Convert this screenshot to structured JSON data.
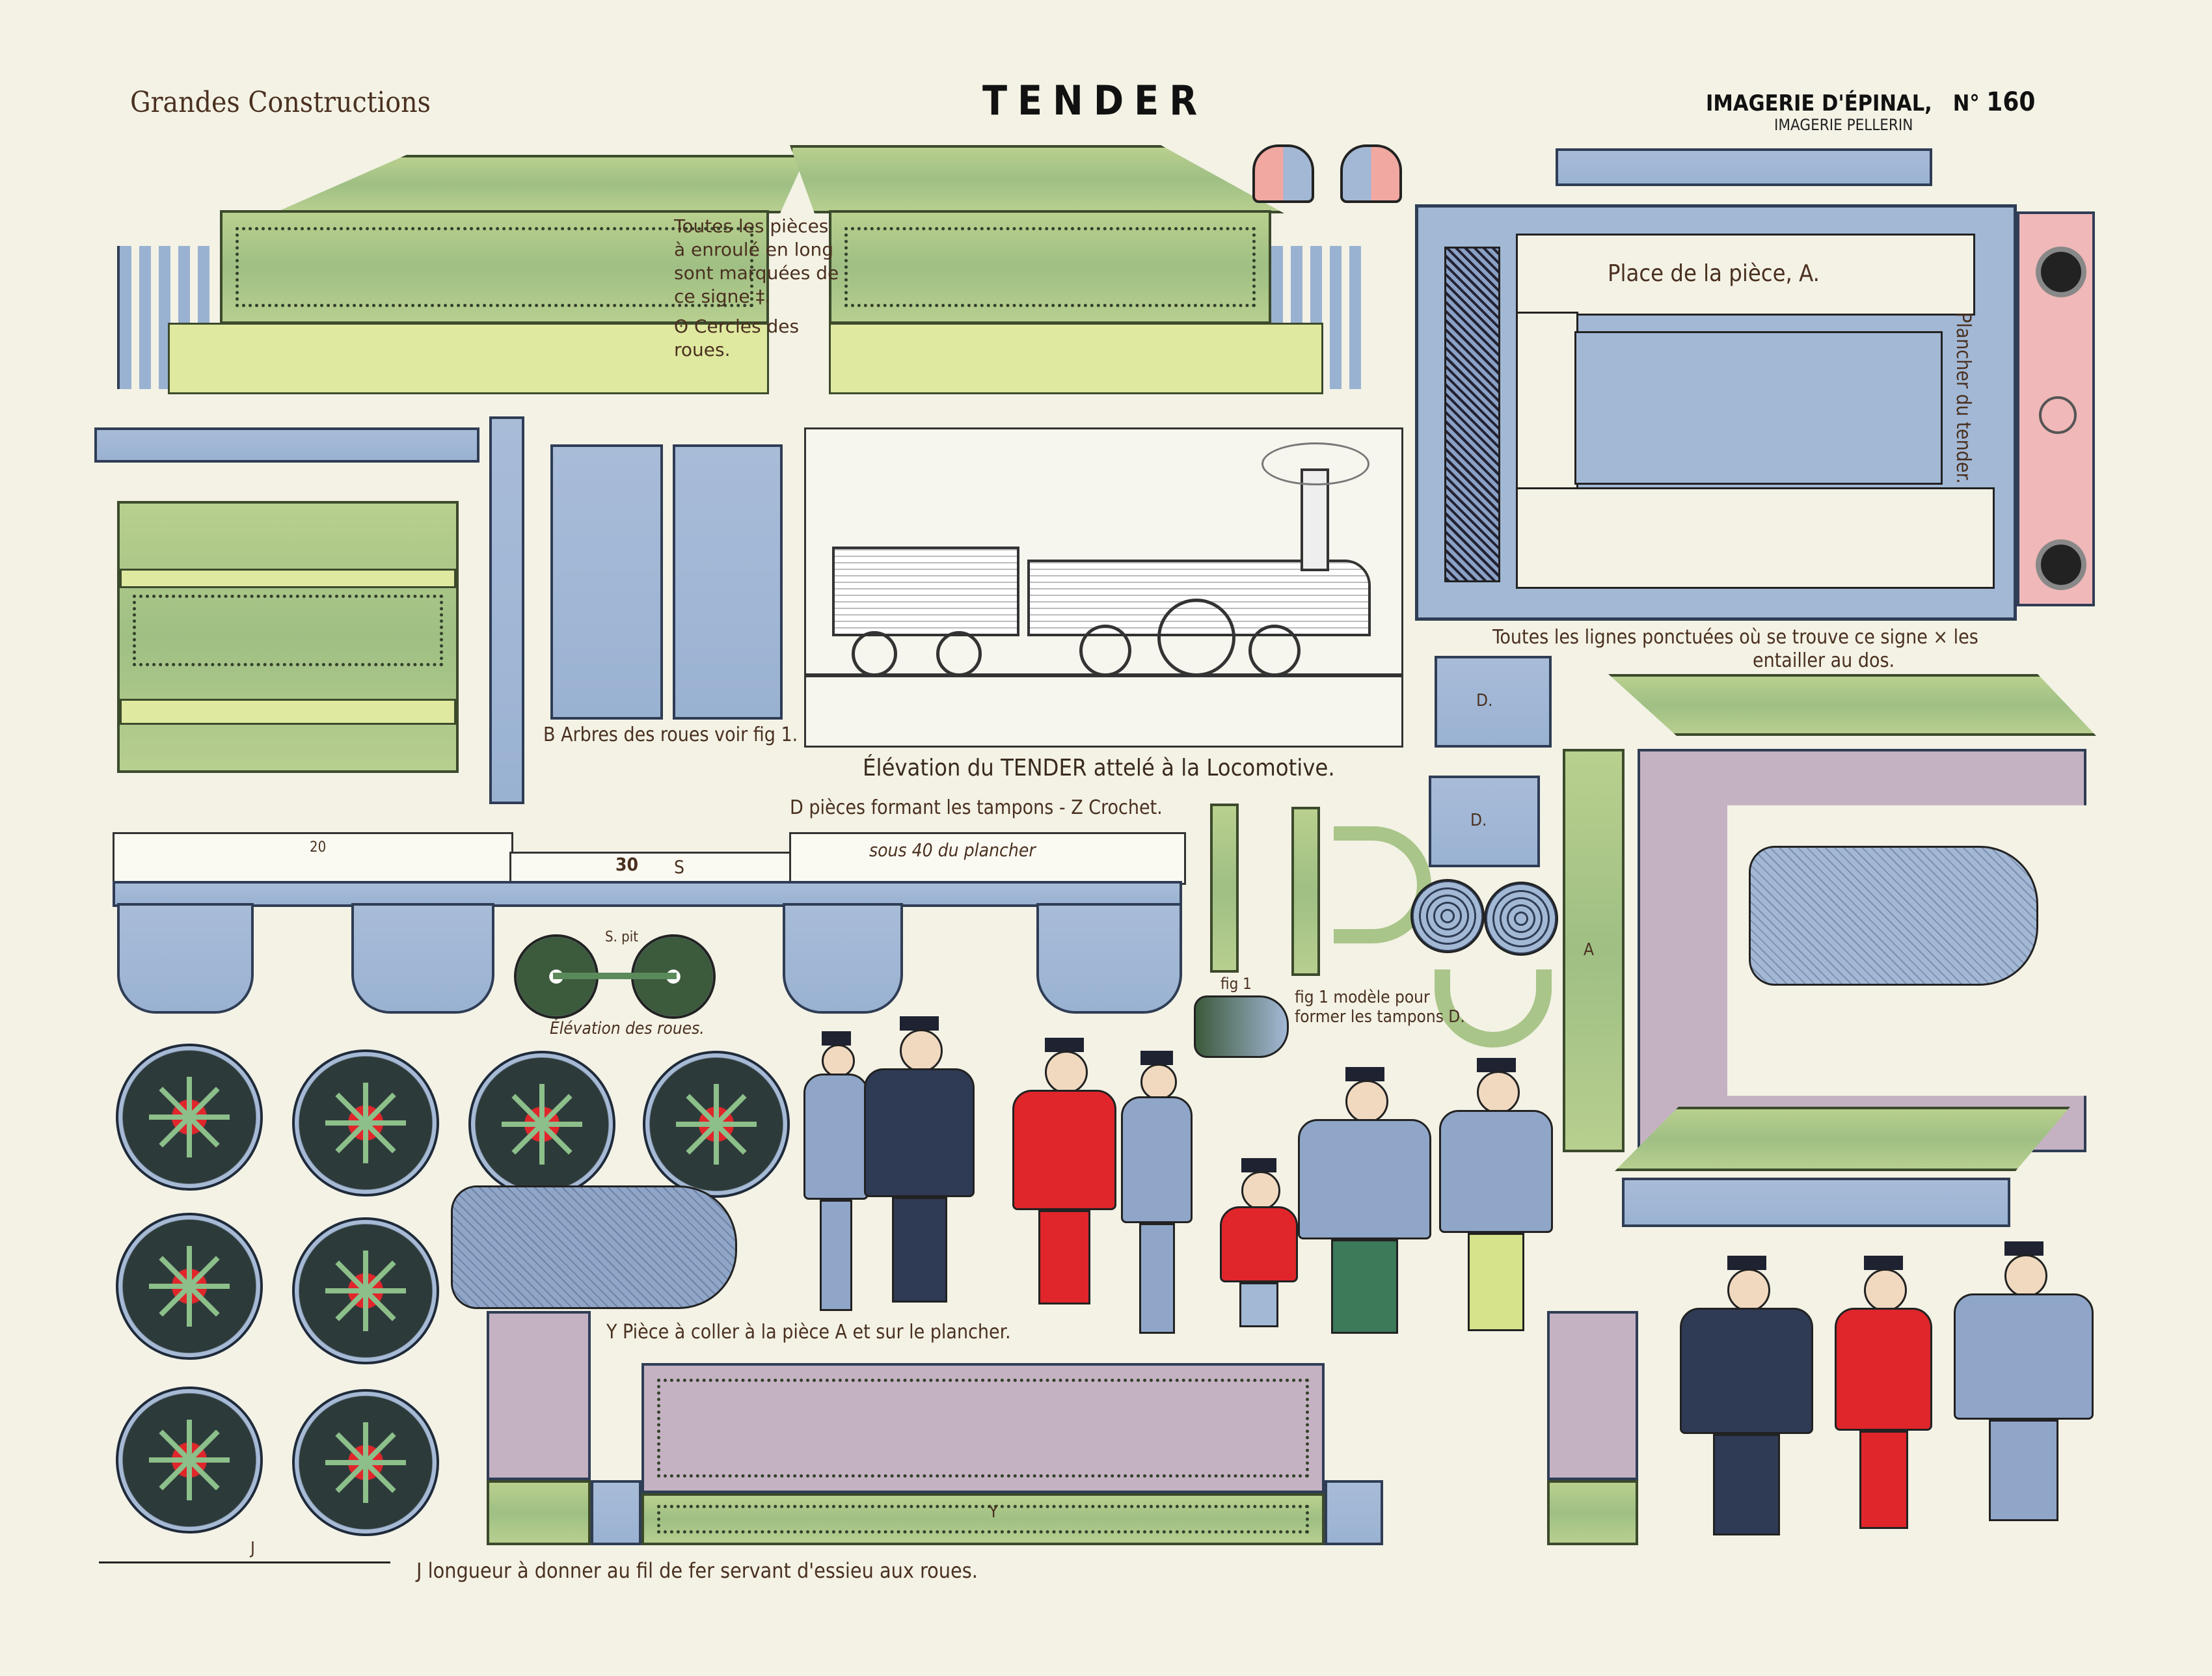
{
  "header": {
    "series": "Grandes Constructions",
    "title": "TENDER",
    "publisher": "IMAGERIE D'ÉPINAL,",
    "number_label": "N°",
    "number": "160",
    "printer": "IMAGERIE PELLERIN"
  },
  "notes": {
    "marked_pieces": [
      "Toutes les pièces",
      "à enroulé en long",
      "sont marquées de",
      "ce signe ‡."
    ],
    "circles": [
      "ʘ Cercles des",
      "roues."
    ],
    "place_piece": "Place de la pièce, A.",
    "plancher": "Plancher du tender.",
    "dotted_lines": [
      "Toutes les lignes ponctuées où se trouve ce signe × les",
      "entailler au dos."
    ],
    "axles": "B Arbres des roues voir fig 1.",
    "elevation": "Élévation du TENDER attelé à la Locomotive.",
    "tampons": "D pièces formant les tampons - Z Crochet.",
    "sous": "sous  40  du plancher",
    "elev_roues": "Élévation des roues.",
    "fig1": "fig 1",
    "fig1_model": [
      "fig 1 modèle pour",
      "former les tampons D."
    ],
    "piece_y": "Y Pièce à coller à la pièce A et sur le plancher.",
    "j_note": "J longueur à donner au fil de fer servant d'essieu aux roues."
  },
  "labels": {
    "n20": "20",
    "n30": "30",
    "s": "S",
    "n40": "40",
    "a": "A",
    "d": "D.",
    "j": "J",
    "y": "Y",
    "spit": "S. pit",
    "b": "B"
  },
  "colors": {
    "paper": "#f3f2e5",
    "green": "#a9c589",
    "blue": "#a2b8d5",
    "pink": "#c4b2c2",
    "red": "#e0262b",
    "ink": "#3a2a1e"
  }
}
